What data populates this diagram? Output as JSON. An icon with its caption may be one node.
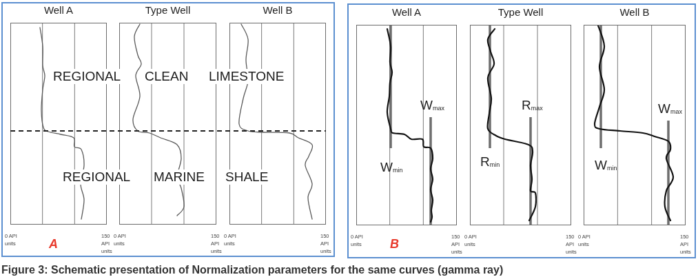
{
  "diagram": {
    "caption": "Figure 3: Schematic presentation of Normalization parameters for the same curves (gamma ray)",
    "nodes": [
      {
        "text": [
          "A"
        ]
      },
      {
        "text": [
          "Well A"
        ],
        "in": 0,
        "beside": [
          "0 API units",
          "150 API units"
        ]
      },
      {
        "text": [
          "Type Well"
        ],
        "in": 0,
        "beside": [
          "0 API units",
          "150 API units"
        ]
      },
      {
        "text": [
          "Well B"
        ],
        "in": 0,
        "beside": [
          "0 API units",
          "150 API units"
        ]
      },
      {
        "text": [
          "B"
        ]
      },
      {
        "text": [
          "Well A",
          "W$_{max}$",
          "W$_{min}$"
        ],
        "in": 4,
        "beside": [
          "0 API units",
          "150 API units"
        ]
      },
      {
        "text": [
          "Type Well",
          "R$_{max}$",
          "R$_{min}$"
        ],
        "in": 4,
        "beside": [
          "0 API units",
          "150 API units"
        ]
      },
      {
        "text": [
          "Well B",
          "W$_{max}$",
          "W$_{min}$"
        ],
        "in": 4,
        "beside": [
          "0 API units",
          "150 API units"
        ]
      }
    ],
    "labels": [
      "REGIONAL",
      "CLEAN",
      "LIMESTONE",
      "REGIONAL",
      "MARINE",
      "SHALE"
    ]
  }
}
